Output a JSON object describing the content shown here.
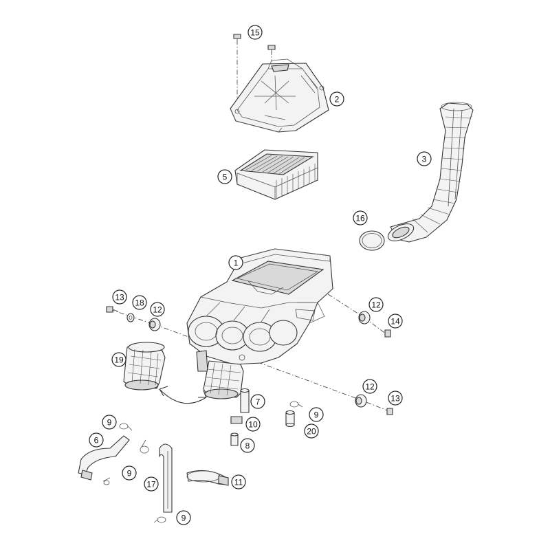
{
  "callouts": [
    {
      "id": "c15",
      "label": "15"
    },
    {
      "id": "c2",
      "label": "2"
    },
    {
      "id": "c3",
      "label": "3"
    },
    {
      "id": "c5",
      "label": "5"
    },
    {
      "id": "c16",
      "label": "16"
    },
    {
      "id": "c1",
      "label": "1"
    },
    {
      "id": "c13a",
      "label": "13"
    },
    {
      "id": "c18",
      "label": "18"
    },
    {
      "id": "c12a",
      "label": "12"
    },
    {
      "id": "c12b",
      "label": "12"
    },
    {
      "id": "c14",
      "label": "14"
    },
    {
      "id": "c19",
      "label": "19"
    },
    {
      "id": "c12c",
      "label": "12"
    },
    {
      "id": "c13b",
      "label": "13"
    },
    {
      "id": "c7",
      "label": "7"
    },
    {
      "id": "c9a",
      "label": "9"
    },
    {
      "id": "c10",
      "label": "10"
    },
    {
      "id": "c20",
      "label": "20"
    },
    {
      "id": "c9b",
      "label": "9"
    },
    {
      "id": "c6",
      "label": "6"
    },
    {
      "id": "c8",
      "label": "8"
    },
    {
      "id": "c9c",
      "label": "9"
    },
    {
      "id": "c11",
      "label": "11"
    },
    {
      "id": "c17",
      "label": "17"
    },
    {
      "id": "c9d",
      "label": "9"
    }
  ],
  "icons": {
    "parts": [
      "airbox-cover-icon",
      "air-filter-icon",
      "intake-duct-icon",
      "gasket-ring-icon",
      "airbox-housing-icon",
      "intake-boot-icon",
      "rubber-grommet-icon",
      "screw-icon",
      "washer-icon",
      "hose-clamp-icon",
      "breather-hose-icon",
      "drain-plug-icon",
      "connector-icon"
    ]
  },
  "colors": {
    "line": "#333333",
    "fill": "#f3f3f3",
    "background": "#ffffff"
  }
}
